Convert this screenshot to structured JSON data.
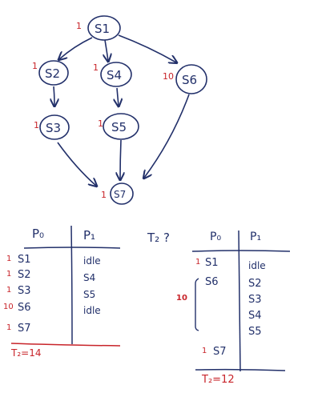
{
  "graph": {
    "nodes": [
      {
        "id": "S1",
        "label": "S1",
        "weight": "1"
      },
      {
        "id": "S2",
        "label": "S2",
        "weight": "1"
      },
      {
        "id": "S4",
        "label": "S4",
        "weight": "1"
      },
      {
        "id": "S6",
        "label": "S6",
        "weight": "10"
      },
      {
        "id": "S3",
        "label": "S3",
        "weight": "1"
      },
      {
        "id": "S5",
        "label": "S5",
        "weight": "1"
      },
      {
        "id": "S7",
        "label": "S7",
        "weight": "1"
      }
    ],
    "edges": [
      {
        "from": "S1",
        "to": "S2"
      },
      {
        "from": "S1",
        "to": "S4"
      },
      {
        "from": "S1",
        "to": "S6"
      },
      {
        "from": "S2",
        "to": "S3"
      },
      {
        "from": "S4",
        "to": "S5"
      },
      {
        "from": "S3",
        "to": "S7"
      },
      {
        "from": "S5",
        "to": "S7"
      },
      {
        "from": "S6",
        "to": "S7"
      }
    ]
  },
  "schedule1": {
    "headers": [
      "P₀",
      "P₁"
    ],
    "rows": [
      {
        "weight": "1",
        "p0": "S1",
        "p1": "idle"
      },
      {
        "weight": "1",
        "p0": "S2",
        "p1": "S4"
      },
      {
        "weight": "1",
        "p0": "S3",
        "p1": "S5"
      },
      {
        "weight": "10",
        "p0": "S6",
        "p1": "idle"
      },
      {
        "weight": "1",
        "p0": "S7",
        "p1": ""
      }
    ],
    "total": "T₂=14"
  },
  "question": "T₂ ?",
  "schedule2": {
    "headers": [
      "P₀",
      "P₁"
    ],
    "p0": [
      {
        "weight": "1",
        "label": "S1"
      },
      {
        "weight": "",
        "label": "S6"
      },
      {
        "weight": "1",
        "label": "S7"
      }
    ],
    "p1": [
      "idle",
      "S2",
      "S3",
      "S4",
      "S5"
    ],
    "span_label": "10",
    "total": "T₂=12"
  }
}
